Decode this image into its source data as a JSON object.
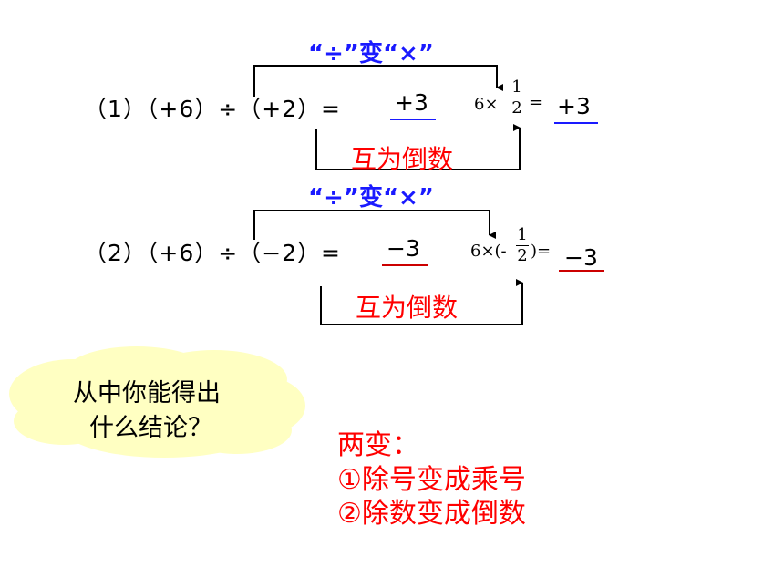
{
  "transform_label": "“÷”变“×”",
  "reciprocal_label": "互为倒数",
  "eq1": {
    "left": "（1）（+6）÷（+2）=",
    "answer": "+3",
    "mult_prefix": "6×",
    "numerator": "1",
    "denominator": "2",
    "mult_suffix": "=",
    "mult_answer": "+3"
  },
  "eq2": {
    "left": "（2）（+6）÷（−2）=",
    "answer": "−3",
    "mult_prefix": "6×(-",
    "numerator": "1",
    "denominator": "2",
    "mult_suffix": ")=",
    "mult_answer": "−3"
  },
  "question": {
    "line1": "从中你能得出",
    "line2": "什么结论？"
  },
  "conclusion": {
    "title": "两变：",
    "item1": "①除号变成乘号",
    "item2": "②除数变成倒数"
  },
  "colors": {
    "blue": "#1a1aff",
    "red": "#ff0000",
    "cloud": "#ffffc2"
  }
}
